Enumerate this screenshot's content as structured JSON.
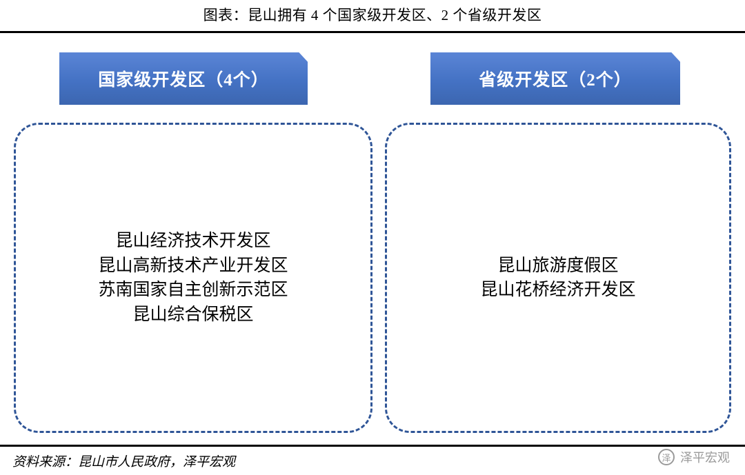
{
  "title": "图表：昆山拥有 4 个国家级开发区、2 个省级开发区",
  "columns": [
    {
      "banner_label": "国家级开发区（4个）",
      "items": [
        "昆山经济技术开发区",
        "昆山高新技术产业开发区",
        "苏南国家自主创新示范区",
        "昆山综合保税区"
      ]
    },
    {
      "banner_label": "省级开发区（2个）",
      "items": [
        "昆山旅游度假区",
        "昆山花桥经济开发区"
      ]
    }
  ],
  "source": "资料来源：昆山市人民政府，泽平宏观",
  "watermark": {
    "logo_icon": "circle-logo-icon",
    "logo_glyph": "泽",
    "label": "泽平宏观"
  },
  "colors": {
    "banner_fill": "#4472c4",
    "dashed_border": "#2f5597",
    "rule": "#000000",
    "text": "#000000",
    "watermark": "#9a9a9a"
  }
}
